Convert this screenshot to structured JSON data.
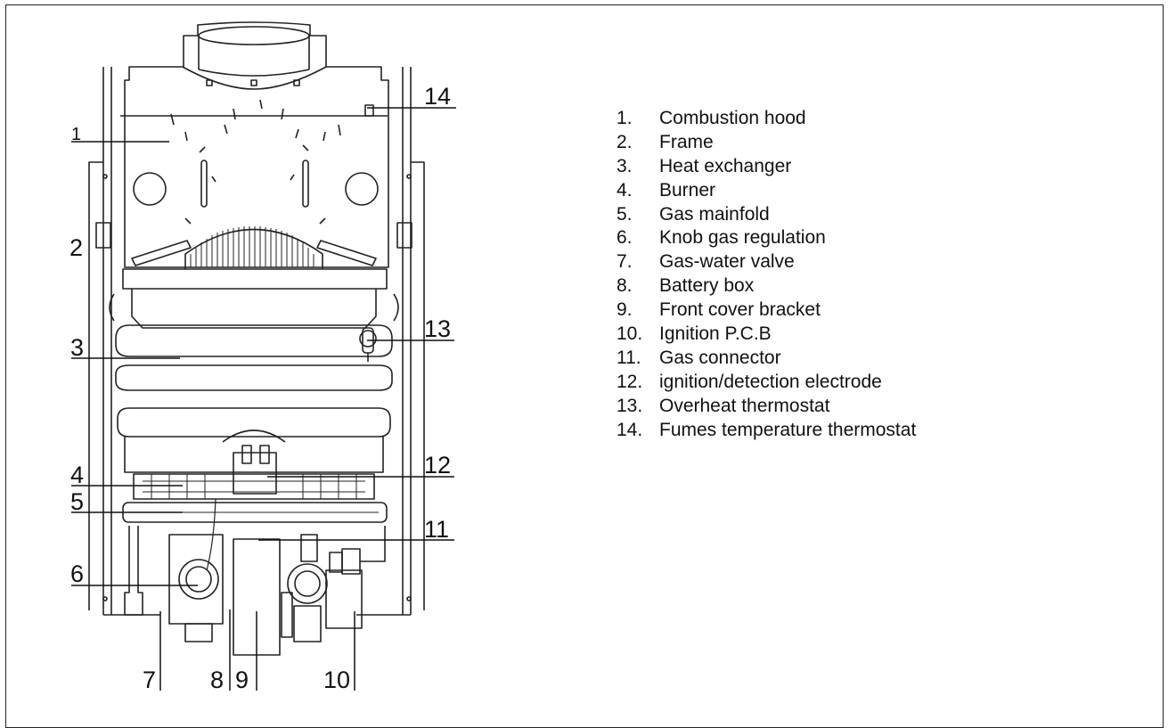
{
  "callouts": {
    "c1": "1",
    "c2": "2",
    "c3": "3",
    "c4": "4",
    "c5": "5",
    "c6": "6",
    "c7": "7",
    "c8": "8",
    "c9": "9",
    "c10": "10",
    "c11": "11",
    "c12": "12",
    "c13": "13",
    "c14": "14"
  },
  "legend": [
    {
      "num": "1.",
      "label": "Combustion hood"
    },
    {
      "num": "2.",
      "label": "Frame"
    },
    {
      "num": "3.",
      "label": "Heat exchanger"
    },
    {
      "num": "4.",
      "label": "Burner"
    },
    {
      "num": "5.",
      "label": "Gas mainfold"
    },
    {
      "num": "6.",
      "label": "Knob gas regulation"
    },
    {
      "num": "7.",
      "label": "Gas-water valve"
    },
    {
      "num": "8.",
      "label": "Battery box"
    },
    {
      "num": "9.",
      "label": "Front cover bracket"
    },
    {
      "num": "10.",
      "label": "Ignition P.C.B"
    },
    {
      "num": "11.",
      "label": "Gas connector"
    },
    {
      "num": "12.",
      "label": "ignition/detection electrode"
    },
    {
      "num": "13.",
      "label": "Overheat thermostat"
    },
    {
      "num": "14.",
      "label": "Fumes temperature thermostat"
    }
  ]
}
